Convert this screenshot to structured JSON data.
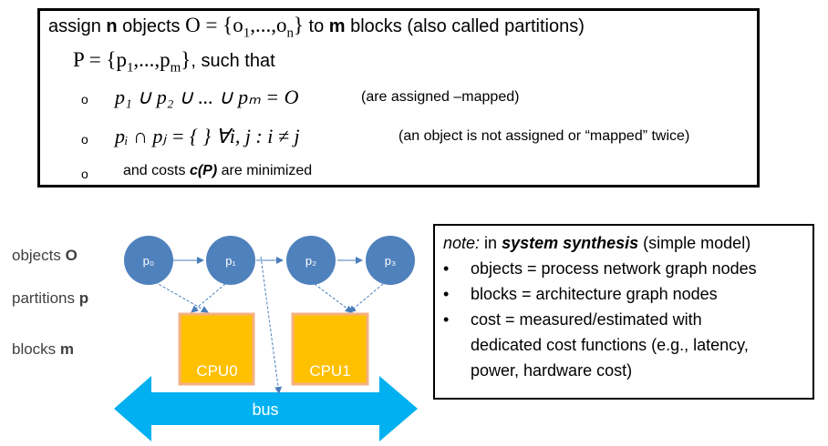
{
  "definition": {
    "line1": {
      "prefix": "assign ",
      "n": "n",
      "mid1": " objects ",
      "set_o_name": "O",
      "set_o": " = {o",
      "sub1": "1",
      "set_o_mid": ",...,o",
      "subn": "n",
      "set_o_end": "}",
      "mid2": "  to ",
      "m": "m",
      "suffix": " blocks (also called partitions)"
    },
    "line2": {
      "set_p": "P = {p",
      "sub1": "1",
      "mid": ",...,p",
      "subm": "m",
      "end": "}",
      "suffix": ", such that"
    },
    "bullets": [
      {
        "marker": "o",
        "math": "p₁ ∪ p₂ ∪ ... ∪ pₘ = O",
        "note": "(are assigned –mapped)"
      },
      {
        "marker": "o",
        "math": "pᵢ ∩ pⱼ = {    } ∀i, j : i ≠ j",
        "note": "(an object is not assigned or “mapped” twice)"
      },
      {
        "marker": "o",
        "text_prefix": "and costs ",
        "text_bold": "c(P)",
        "text_suffix": " are minimized"
      }
    ]
  },
  "diagram": {
    "labels": {
      "objects_prefix": "objects ",
      "objects_bold": "O",
      "partitions_prefix": "partitions ",
      "partitions_bold": "p",
      "blocks_prefix": "blocks ",
      "blocks_bold": "m"
    },
    "processes": [
      "p₀",
      "p₁",
      "p₂",
      "p₃"
    ],
    "cpus": [
      "CPU0",
      "CPU1"
    ],
    "bus_label": "bus",
    "colors": {
      "process_fill": "#4f81bd",
      "cpu_fill": "#ffc000",
      "cpu_border": "#f4b183",
      "bus_fill": "#00b0f0",
      "edge": "#4a7ebb"
    }
  },
  "note": {
    "line1_italic": "note:",
    "line1_mid": " in ",
    "line1_bold_italic": "system synthesis",
    "line1_suffix": " (simple model)",
    "bullets": [
      "objects = process network graph nodes",
      "blocks = architecture graph nodes",
      "cost = measured/estimated with"
    ],
    "continuation": [
      "dedicated cost functions (e.g., latency,",
      "power, hardware cost)"
    ],
    "bullet_marker": "•"
  }
}
